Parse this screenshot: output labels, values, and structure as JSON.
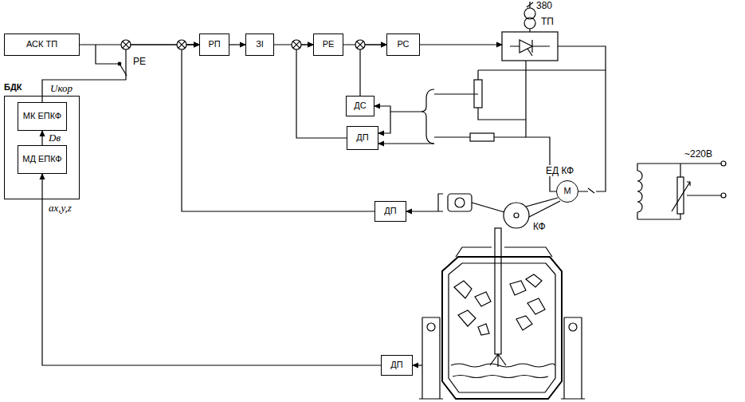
{
  "diagram": {
    "nodes": [
      {
        "text": [
          "АСК ТП"
        ]
      },
      {
        "text": [
          "РП"
        ]
      },
      {
        "text": [
          "ЗІ"
        ]
      },
      {
        "text": [
          "РЕ"
        ]
      },
      {
        "text": [
          "РС"
        ]
      },
      {
        "text": [
          "ДС"
        ]
      },
      {
        "text": [
          "ДП"
        ]
      },
      {
        "text": [
          "ДП"
        ]
      },
      {
        "text": [
          "ДП"
        ]
      },
      {
        "text": [
          "БДК"
        ]
      },
      {
        "text": [
          "МК ЕПКФ"
        ],
        "in": 9
      },
      {
        "text": [
          "МД ЕПКФ"
        ],
        "in": 9
      },
      {
        "text": [
          "М"
        ]
      }
    ],
    "edges": [
      {
        "from": 0,
        "to": 1,
        "arrow": "to"
      },
      {
        "from": 1,
        "to": 2,
        "arrow": "to"
      },
      {
        "from": 2,
        "to": 3,
        "arrow": "to"
      },
      {
        "from": 3,
        "to": 4,
        "arrow": "to"
      },
      {
        "from": 5,
        "to": 4,
        "arrow": "to"
      },
      {
        "from": 6,
        "to": 3,
        "arrow": "to"
      },
      {
        "from": 7,
        "to": 1,
        "arrow": "to"
      },
      {
        "from": 11,
        "to": 10,
        "arrow": "to"
      },
      {
        "from": 8,
        "to": 11,
        "arrow": "to"
      },
      {
        "from": 10,
        "to": 1,
        "arrow": "to"
      }
    ],
    "labels": [
      "380",
      "ТП",
      "РЕ",
      "Uкор",
      "Dв",
      "ax,y,z",
      "ЕД КФ",
      "КФ",
      "~220В"
    ]
  }
}
